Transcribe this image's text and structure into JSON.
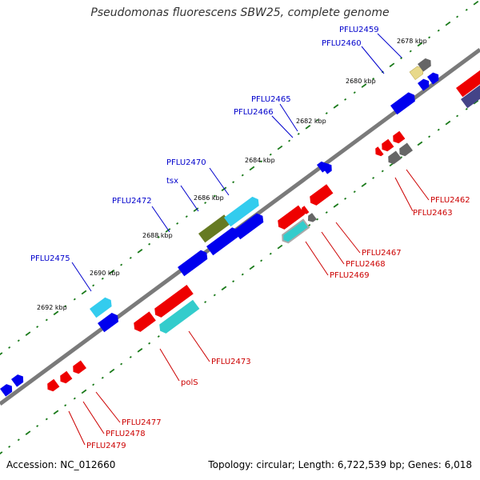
{
  "title": "Pseudomonas fluorescens SBW25, complete genome",
  "accession": "Accession: NC_012660",
  "summary": "Topology: circular; Length: 6,722,539 bp; Genes: 6,018",
  "colors": {
    "backbone": "#808080",
    "forward_gene": "#0000ee",
    "reverse_gene": "#ee0000",
    "label_forward": "#0000cc",
    "label_reverse": "#cc0000",
    "tick_dots": "#1a7a1a",
    "cyan": "#33ccee",
    "teal": "#33cccc",
    "olive": "#667a22",
    "gray": "#666666",
    "khaki": "#eedd88",
    "purple": "#444488"
  },
  "ticks": [
    "2678 kbp",
    "2680 kbp",
    "2682 kbp",
    "2684 kbp",
    "2686 kbp",
    "2688 kbp",
    "2690 kbp",
    "2692 kbp"
  ],
  "forward_labels": [
    "PFLU2459",
    "PFLU2460",
    "PFLU2465",
    "PFLU2466",
    "PFLU2470",
    "tsx",
    "PFLU2472",
    "PFLU2475"
  ],
  "reverse_labels": [
    "PFLU2462",
    "PFLU2463",
    "PFLU2467",
    "PFLU2468",
    "PFLU2469",
    "PFLU2473",
    "polS",
    "PFLU2477",
    "PFLU2478",
    "PFLU2479"
  ]
}
